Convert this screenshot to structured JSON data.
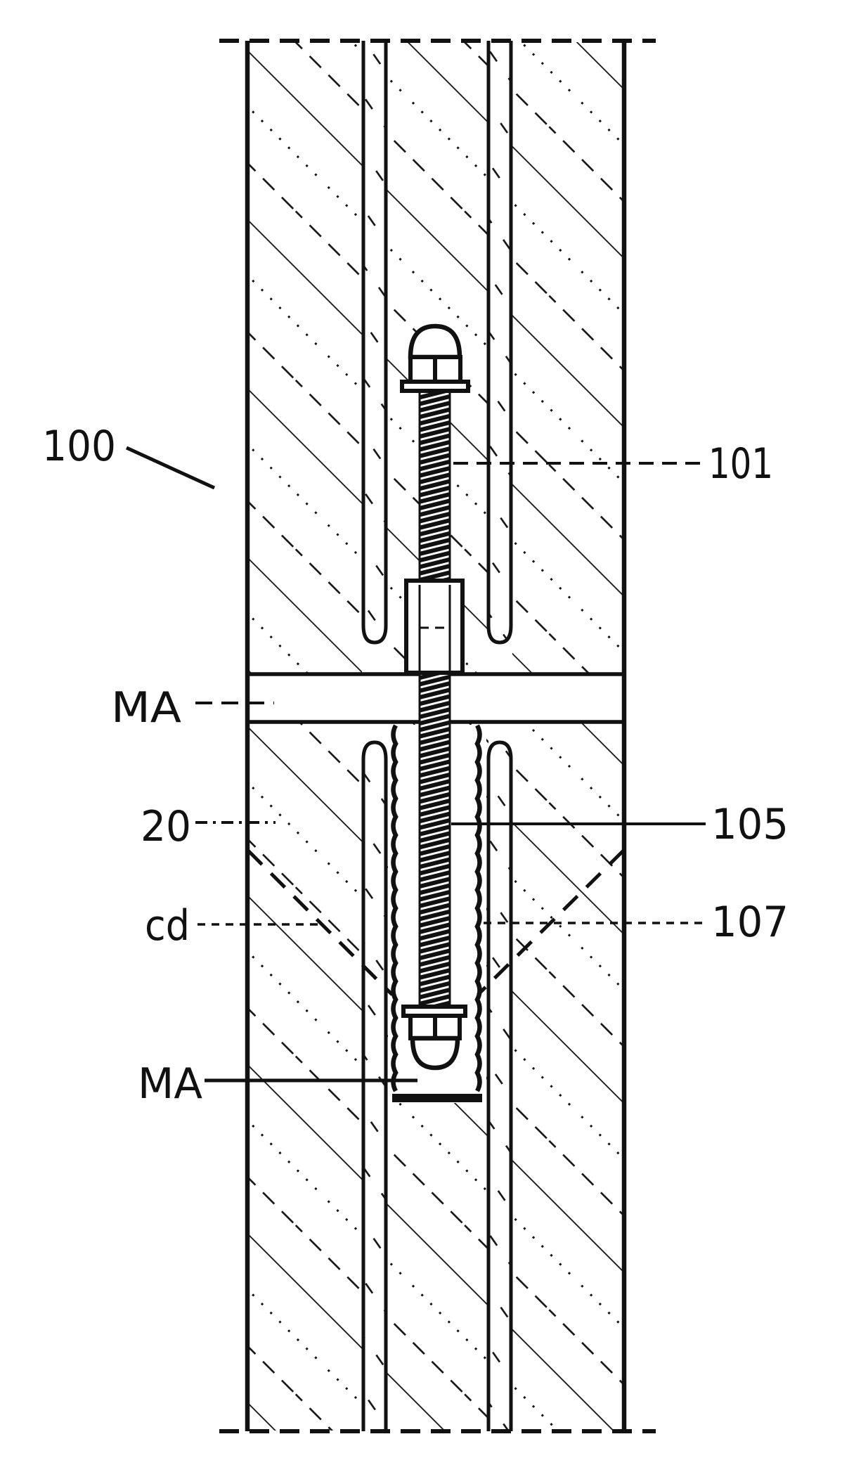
{
  "colors": {
    "ink": "#111111",
    "background": "#ffffff"
  },
  "labels": {
    "ref100": "100",
    "ref101": "101",
    "ma_upper": "MA",
    "ref20": "20",
    "cd": "cd",
    "ref105": "105",
    "ref107": "107",
    "ma_lower": "MA"
  }
}
